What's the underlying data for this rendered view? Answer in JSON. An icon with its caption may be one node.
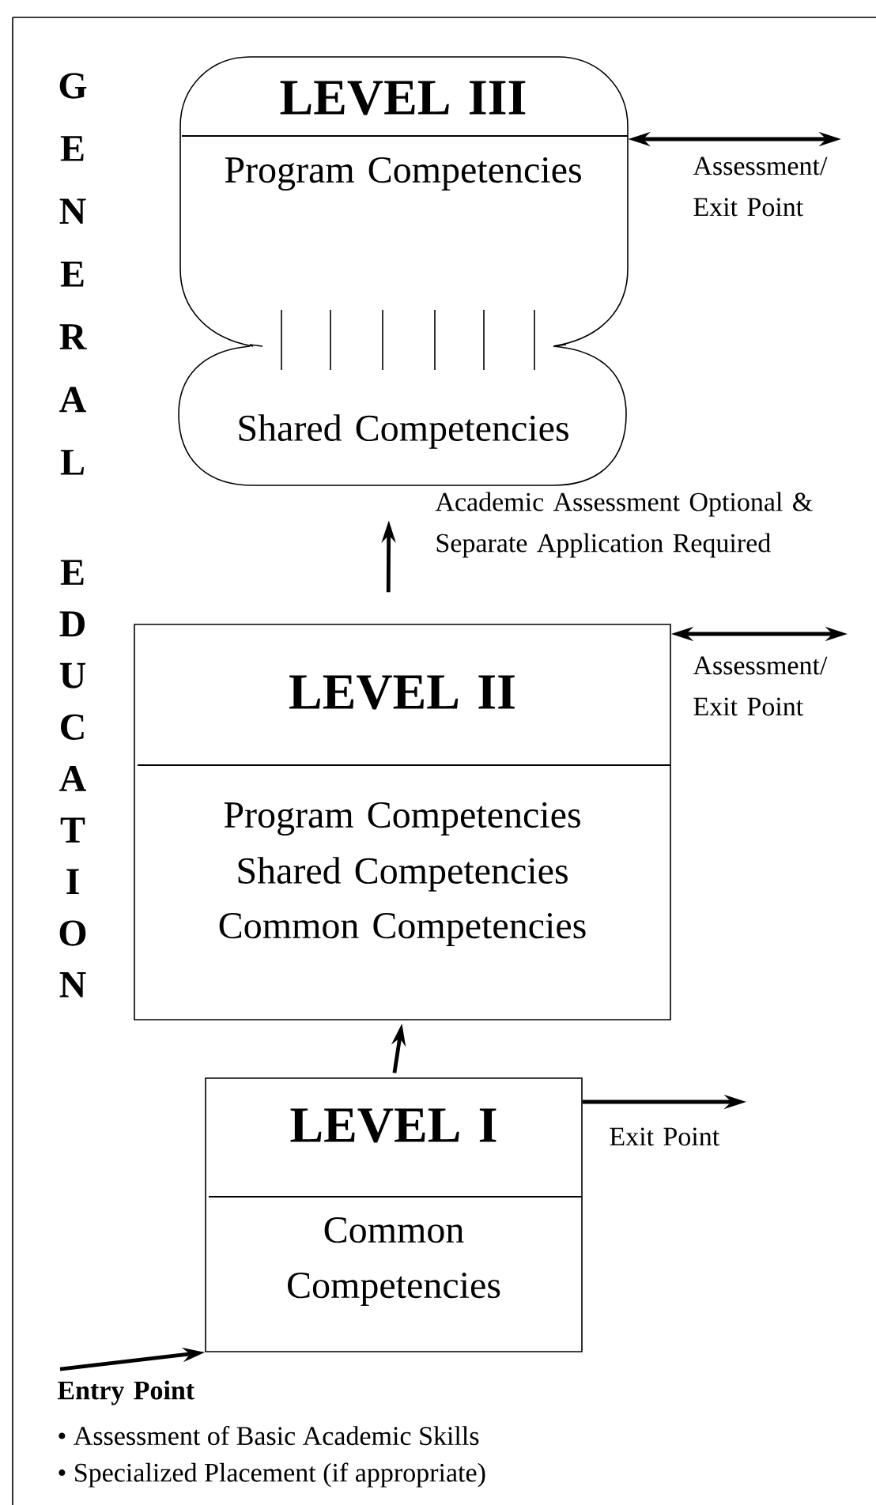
{
  "diagram": {
    "nodes": [
      {
        "text": [
          "LEVEL III",
          "Program Competencies",
          "Shared Competencies"
        ]
      },
      {
        "text": [
          "LEVEL II",
          "Program Competencies",
          "Shared Competencies",
          "Common Competencies"
        ]
      },
      {
        "text": [
          "LEVEL I",
          "Common Competencies"
        ]
      }
    ],
    "edges": [
      {
        "from": 1,
        "to": 0,
        "arrow": "to",
        "label": "Academic Assessment Optional & Separate Application Required"
      },
      {
        "from": 2,
        "to": 1,
        "arrow": "to"
      },
      {
        "from": 0,
        "to": null,
        "arrow": "both",
        "label": "Assessment/ Exit Point"
      },
      {
        "from": 1,
        "to": null,
        "arrow": "both",
        "label": "Assessment/ Exit Point"
      },
      {
        "from": 2,
        "to": null,
        "arrow": "to",
        "label": "Exit Point"
      },
      {
        "from": null,
        "to": 2,
        "arrow": "to",
        "label": "Entry Point"
      }
    ],
    "labels": [
      "GENERAL",
      "EDUCATION",
      "• Assessment of Basic Academic Skills",
      "• Specialized Placement (if appropriate)"
    ]
  }
}
